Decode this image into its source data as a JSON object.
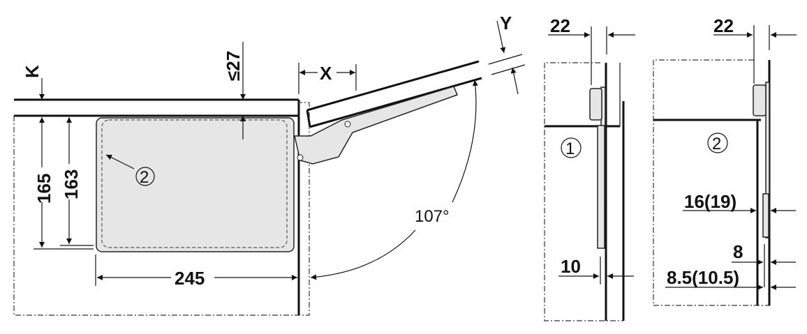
{
  "side_view": {
    "k_label": "K",
    "max_thickness": "≤27",
    "x_label": "X",
    "y_label": "Y",
    "height_165": "165",
    "height_163": "163",
    "depth_245": "245",
    "angle": "107°",
    "callout_2": "2"
  },
  "detail_1": {
    "callout": "1",
    "dim_top": "22",
    "dim_bottom": "10"
  },
  "detail_2": {
    "callout": "2",
    "dim_top": "22",
    "dim_16": "16(19)",
    "dim_8": "8",
    "dim_85": "8.5(10.5)"
  },
  "colors": {
    "line": "#111111",
    "part_fill": "#e6e6e6"
  }
}
